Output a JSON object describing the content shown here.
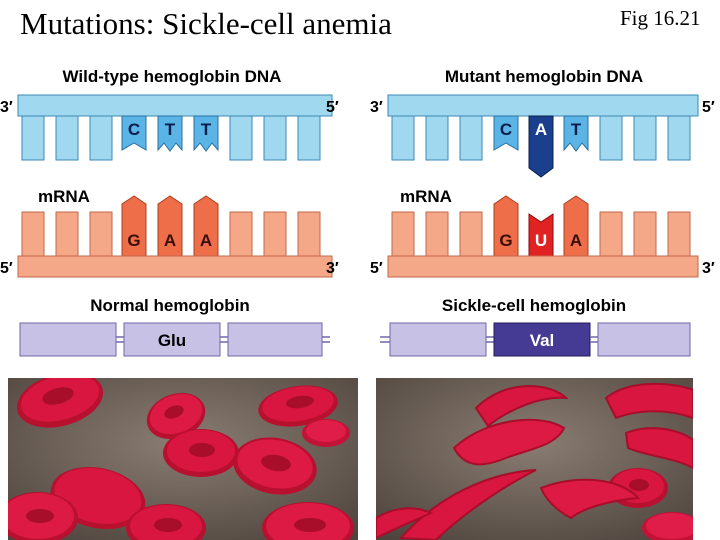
{
  "title": "Mutations: Sickle-cell anemia",
  "figure_label": "Fig 16.21",
  "left": {
    "dna_heading": "Wild-type hemoglobin DNA",
    "dna_left_end": "3′",
    "dna_right_end": "5′",
    "dna_bases": [
      "C",
      "T",
      "T"
    ],
    "mrna_heading": "mRNA",
    "mrna_left_end": "5′",
    "mrna_right_end": "3′",
    "mrna_bases": [
      "G",
      "A",
      "A"
    ],
    "protein_heading": "Normal hemoglobin",
    "amino_acid": "Glu"
  },
  "right": {
    "dna_heading": "Mutant hemoglobin DNA",
    "dna_left_end": "3′",
    "dna_right_end": "5′",
    "dna_bases": [
      "C",
      "A",
      "T"
    ],
    "mrna_heading": "mRNA",
    "mrna_left_end": "5′",
    "mrna_right_end": "3′",
    "mrna_bases": [
      "G",
      "U",
      "A"
    ],
    "protein_heading": "Sickle-cell hemoglobin",
    "amino_acid": "Val"
  },
  "colors": {
    "dna_strand": "#9fd8ef",
    "dna_base": "#5ab4e6",
    "mutant_base": "#1a3f8c",
    "mrna_strand": "#f5a888",
    "mrna_base": "#ee6e4a",
    "mutant_mrna_base": "#e02222",
    "protein": "#c8c1e6",
    "mutant_protein": "#453a94",
    "blood_cell": "#d8163f",
    "photo_background": "#6e6259"
  }
}
